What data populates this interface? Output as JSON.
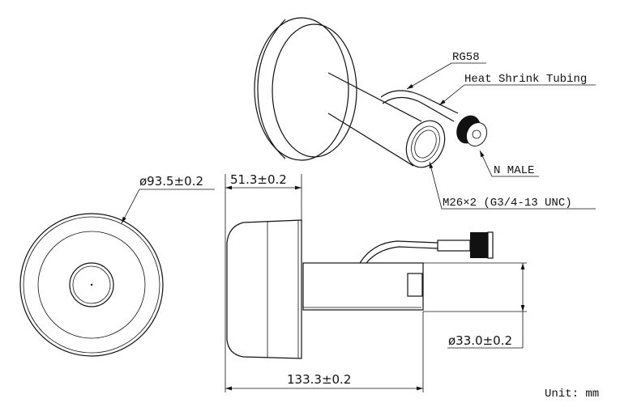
{
  "drawing": {
    "labels": {
      "cable": "RG58",
      "tubing": "Heat Shrink Tubing",
      "connector": "N MALE",
      "thread": "M26×2 (G3/4-13 UNC)"
    },
    "dimensions": {
      "outer_diameter": "ø93.5±0.2",
      "dome_length": "51.3±0.2",
      "tube_diameter": "ø33.0±0.2",
      "total_length": "133.3±0.2"
    },
    "unit": "Unit: mm"
  }
}
